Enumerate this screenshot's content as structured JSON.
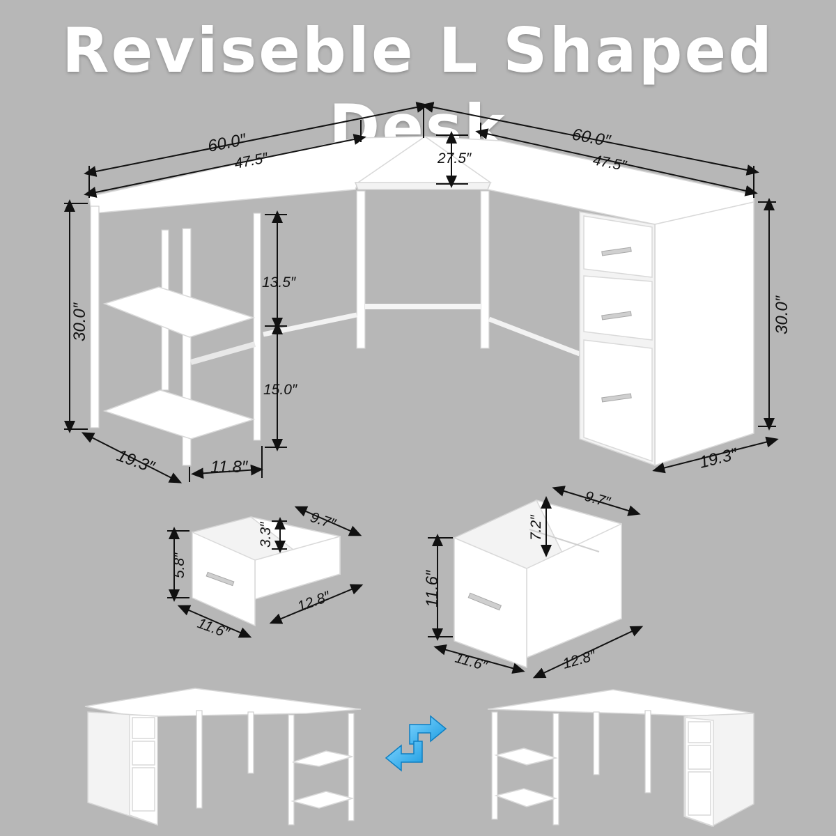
{
  "title": "Reviseble L Shaped Desk",
  "dimensions": {
    "top_left_outer": "60.0″",
    "top_left_inner": "47.5″",
    "top_right_outer": "60.0″",
    "top_right_inner": "47.5″",
    "corner_depth": "27.5″",
    "height_left": "30.0″",
    "height_right": "30.0″",
    "shelf_upper": "13.5″",
    "shelf_lower": "15.0″",
    "depth_left": "19.3″",
    "shelf_width": "11.8″",
    "depth_right": "19.3″",
    "small_drawer_depth_inner": "9.7″",
    "small_drawer_inner_height": "3.3″",
    "small_drawer_height": "5.8″",
    "small_drawer_length": "12.8″",
    "small_drawer_width": "11.6″",
    "file_drawer_depth_inner": "9.7″",
    "file_drawer_inner_height": "7.2″",
    "file_drawer_height": "11.6″",
    "file_drawer_width": "11.6″",
    "file_drawer_length": "12.8″"
  },
  "icons": [
    "swap-arrows-icon"
  ],
  "colors": {
    "background": "#b7b7b7",
    "furniture": "#ffffff",
    "arrow": "#29aef0"
  }
}
